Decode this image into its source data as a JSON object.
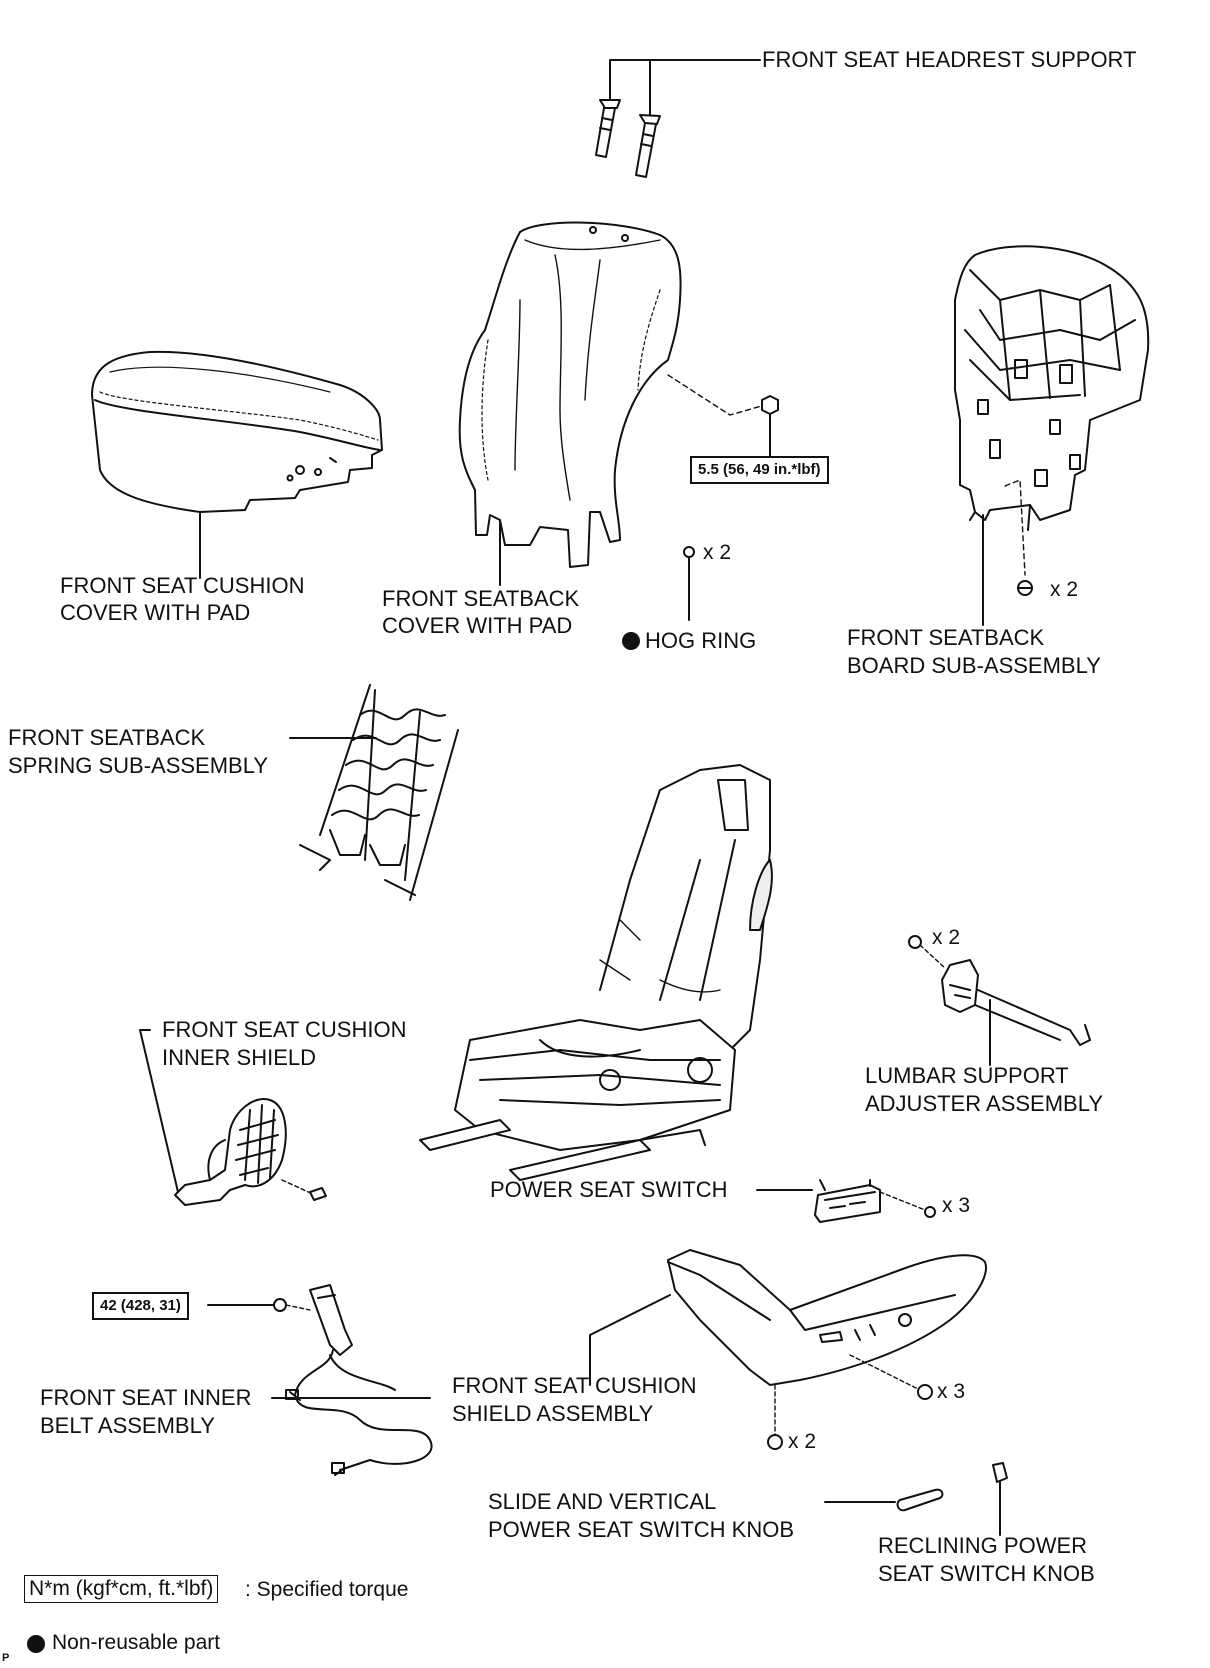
{
  "labels": {
    "headrest_support": "FRONT SEAT HEADREST SUPPORT",
    "cushion_cover_1": "FRONT SEAT CUSHION",
    "cushion_cover_2": "COVER WITH PAD",
    "seatback_cover_1": "FRONT SEATBACK",
    "seatback_cover_2": "COVER WITH PAD",
    "hog_ring": "HOG RING",
    "seatback_board_1": "FRONT SEATBACK",
    "seatback_board_2": "BOARD SUB-ASSEMBLY",
    "spring_1": "FRONT SEATBACK",
    "spring_2": "SPRING SUB-ASSEMBLY",
    "inner_shield_1": "FRONT SEAT CUSHION",
    "inner_shield_2": "INNER SHIELD",
    "lumbar_1": "LUMBAR SUPPORT",
    "lumbar_2": "ADJUSTER ASSEMBLY",
    "power_switch": "POWER SEAT SWITCH",
    "inner_belt_1": "FRONT SEAT INNER",
    "inner_belt_2": "BELT ASSEMBLY",
    "cushion_shield_1": "FRONT SEAT CUSHION",
    "cushion_shield_2": "SHIELD ASSEMBLY",
    "slide_knob_1": "SLIDE AND VERTICAL",
    "slide_knob_2": "POWER SEAT SWITCH KNOB",
    "reclining_knob_1": "RECLINING POWER",
    "reclining_knob_2": "SEAT SWITCH KNOB"
  },
  "torques": {
    "seatback_nut": "5.5 (56, 49 in.*lbf)",
    "belt_bolt": "42 (428, 31)"
  },
  "quantities": {
    "hog_ring": "x 2",
    "board_clip": "x 2",
    "lumbar_screw": "x 2",
    "switch_screw": "x 3",
    "shield_screw_right": "x 3",
    "shield_screw_bottom": "x 2"
  },
  "legend": {
    "torque_box": "N*m (kgf*cm, ft.*lbf)",
    "torque_text": ": Specified torque",
    "nonreusable_text": "Non-reusable part"
  },
  "corner_mark": "P"
}
